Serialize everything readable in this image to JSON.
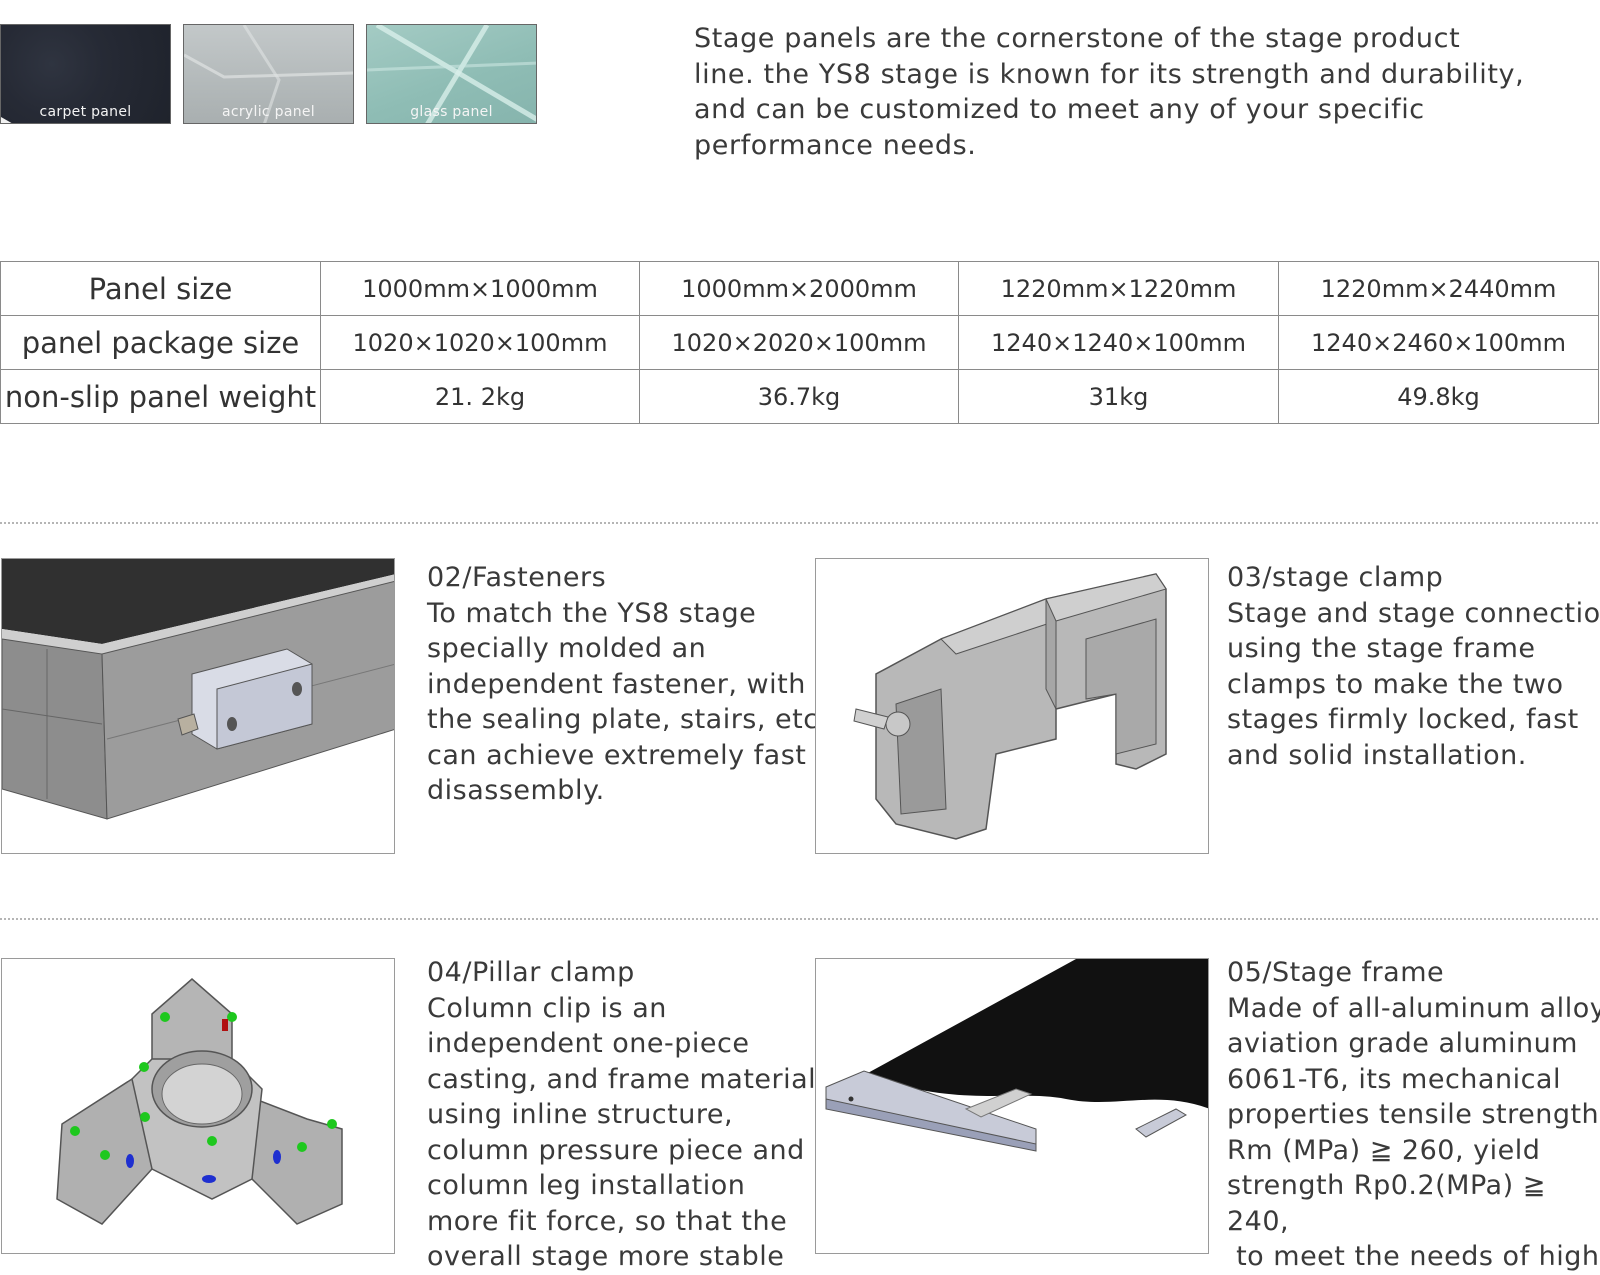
{
  "swatches": [
    {
      "label": "carpet panel"
    },
    {
      "label": "acrylic panel"
    },
    {
      "label": "glass panel"
    }
  ],
  "intro": {
    "lines": [
      "Stage panels are the cornerstone of the stage product",
      "line. the YS8 stage is known for its strength and durability,",
      "and can be customized to meet any of your specific",
      "performance needs."
    ]
  },
  "spec_table": {
    "rows": [
      {
        "header": "Panel size",
        "cells": [
          "1000mm×1000mm",
          "1000mm×2000mm",
          "1220mm×1220mm",
          "1220mm×2440mm"
        ]
      },
      {
        "header": "panel package size",
        "cells": [
          "1020×1020×100mm",
          "1020×2020×100mm",
          "1240×1240×100mm",
          "1240×2460×100mm"
        ]
      },
      {
        "header": "non-slip panel weight",
        "cells": [
          "21. 2kg",
          "36.7kg",
          "31kg",
          "49.8kg"
        ]
      }
    ]
  },
  "features": {
    "fasteners": {
      "lines": [
        "02/Fasteners",
        "To match the YS8 stage",
        "specially molded an",
        "independent fastener, with",
        "the sealing plate, stairs, etc.",
        "can achieve extremely fast",
        "disassembly."
      ]
    },
    "stage_clamp": {
      "lines": [
        "03/stage clamp",
        "Stage and stage connection",
        "using the stage frame",
        "clamps to make the two",
        "stages firmly locked, fast",
        "and solid installation."
      ]
    },
    "pillar_clamp": {
      "lines": [
        "04/Pillar clamp",
        "Column clip is an",
        "independent one-piece",
        "casting, and frame material",
        "using inline structure,",
        "column pressure piece and",
        "column leg installation",
        "more fit force, so that the",
        "overall stage more stable"
      ]
    },
    "stage_frame": {
      "lines": [
        "05/Stage frame",
        "Made of all-aluminum alloy",
        "aviation grade aluminum",
        "6061-T6, its mechanical",
        "properties tensile strength",
        "Rm (MPa) ≧ 260, yield",
        "strength Rp0.2(MPa) ≧",
        "240,",
        " to meet the needs of high-"
      ]
    }
  }
}
